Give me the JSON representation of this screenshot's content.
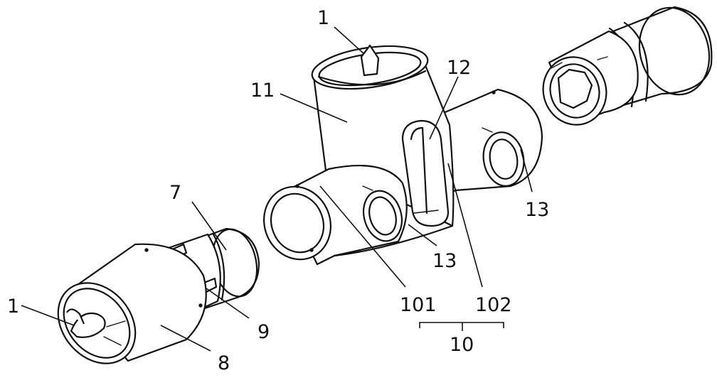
{
  "labels": {
    "l1_top": "1",
    "l11": "11",
    "l12": "12",
    "l13_right": "13",
    "l7": "7",
    "l13_mid": "13",
    "l101": "101",
    "l102": "102",
    "l10": "10",
    "l1_left": "1",
    "l9": "9",
    "l8": "8"
  }
}
